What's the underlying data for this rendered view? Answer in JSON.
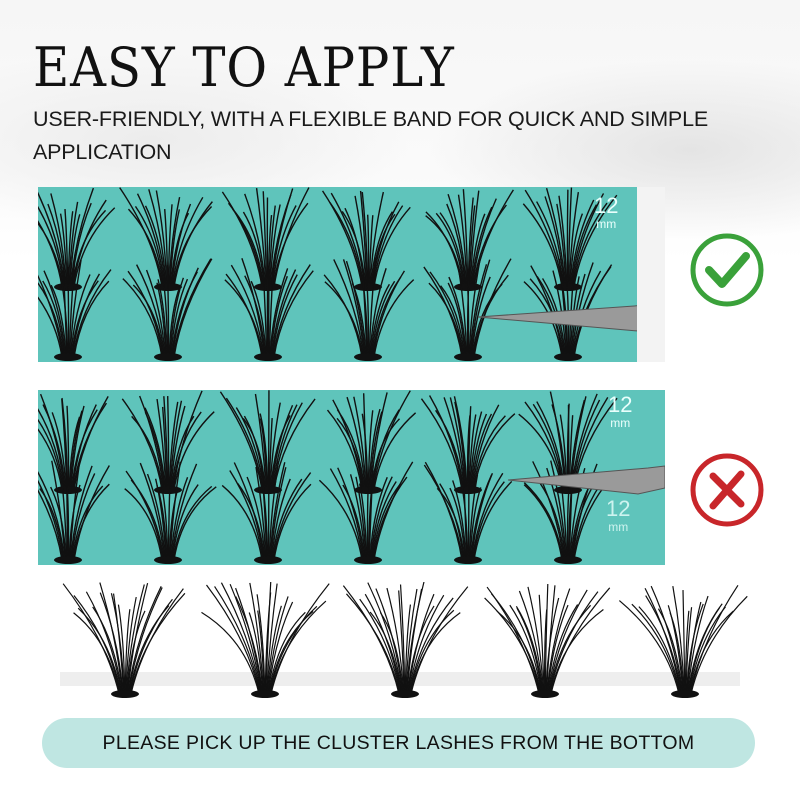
{
  "title": "EASY TO APPLY",
  "subtitle": "USER-FRIENDLY, WITH A FLEXIBLE BAND FOR QUICK AND SIMPLE APPLICATION",
  "panels": [
    {
      "status": "correct",
      "icon": "check-circle-icon",
      "length_label": "12",
      "unit": "mm"
    },
    {
      "status": "incorrect",
      "icon": "x-circle-icon",
      "length_label": "12",
      "unit": "mm",
      "second_label": "12",
      "second_unit": "mm"
    }
  ],
  "colors": {
    "teal": "#5fc4bb",
    "check": "#3aa13a",
    "cross": "#c8262a",
    "pill": "#bfe6e2"
  },
  "instruction": "PLEASE PICK UP THE CLUSTER LASHES FROM THE BOTTOM"
}
